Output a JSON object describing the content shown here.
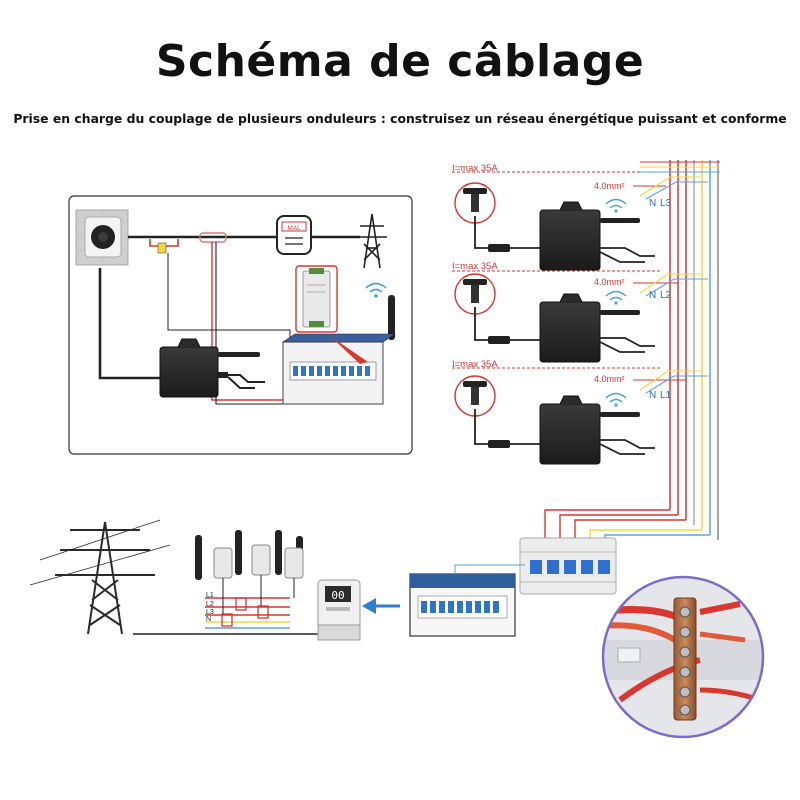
{
  "header": {
    "title": "Schéma de câblage",
    "subtitle": "Prise en charge du couplage de plusieurs onduleurs : construisez un réseau énergétique puissant et conforme"
  },
  "left_panel": {
    "meter_label": "MAL"
  },
  "right_panel": {
    "rows": [
      {
        "current": "I=max 35A",
        "section": "4.0mm²",
        "neutral": "N",
        "phase": "L3"
      },
      {
        "current": "I=max 35A",
        "section": "4.0mm²",
        "neutral": "N",
        "phase": "L2"
      },
      {
        "current": "I=max 35A",
        "section": "4.0mm²",
        "neutral": "N",
        "phase": "L1"
      }
    ]
  },
  "bottom": {
    "meter_display": "00",
    "bus_labels": [
      "L1",
      "L2",
      "L3",
      "N"
    ]
  },
  "colors": {
    "red": "#d8362f",
    "yellow": "#f2d93a",
    "blue": "#5aa6d6",
    "arrow": "#2f7fd0",
    "device": "#2a2a2a"
  }
}
